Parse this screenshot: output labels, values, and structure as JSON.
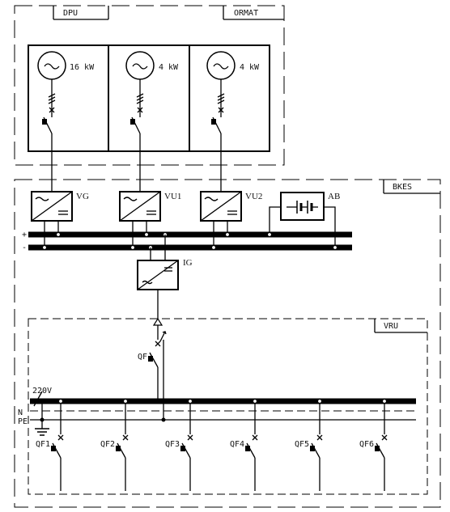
{
  "labels": {
    "dpu": "DPU",
    "ormat": "ORMAT",
    "bkes": "BKES",
    "vru": "VRU",
    "vg": "VG",
    "vu1": "VU1",
    "vu2": "VU2",
    "ab": "AB",
    "ig": "IG",
    "qf": "QF",
    "voltage": "220V",
    "n": "N",
    "pe": "PE",
    "plus": "+",
    "minus": "-"
  },
  "generators": [
    {
      "power": "16 kW"
    },
    {
      "power": "4 kW"
    },
    {
      "power": "4 kW"
    }
  ],
  "breakers": [
    "QF1",
    "QF2",
    "QF3",
    "QF4",
    "QF5",
    "QF6"
  ]
}
